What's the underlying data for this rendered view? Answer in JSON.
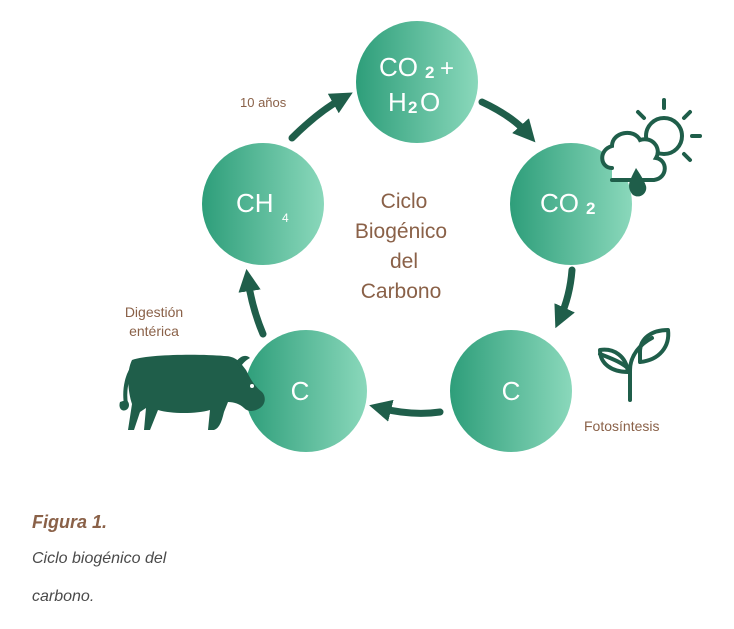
{
  "nodes": {
    "co2_h2o": {
      "co": "CO",
      "sub2": "2",
      "plus": "+",
      "h": "H",
      "sub2b": "2",
      "o": "O"
    },
    "co2": {
      "co": "CO",
      "sub2": "2"
    },
    "c_right": {
      "label": "C"
    },
    "c_left": {
      "label": "C"
    },
    "ch4": {
      "ch": "CH",
      "sub4": "4"
    }
  },
  "center_title": {
    "line1": "Ciclo",
    "line2": "Biogénico",
    "line3": "del",
    "line4": "Carbono"
  },
  "annotations": {
    "years": "10 años",
    "digestion_line1": "Digestión",
    "digestion_line2": "entérica",
    "photosynthesis": "Fotosíntesis"
  },
  "caption": {
    "label": "Figura 1.",
    "line1": "Ciclo biogénico del",
    "line2": "carbono."
  },
  "icons": [
    "sun-cloud-rain-icon",
    "plant-sprout-icon",
    "cow-icon"
  ],
  "colors": {
    "node_dark": "#2e9e7a",
    "node_light": "#8ad8bb",
    "arrow": "#1f5e4a",
    "icon": "#1f5e4a",
    "accent_text": "#8a6148"
  }
}
